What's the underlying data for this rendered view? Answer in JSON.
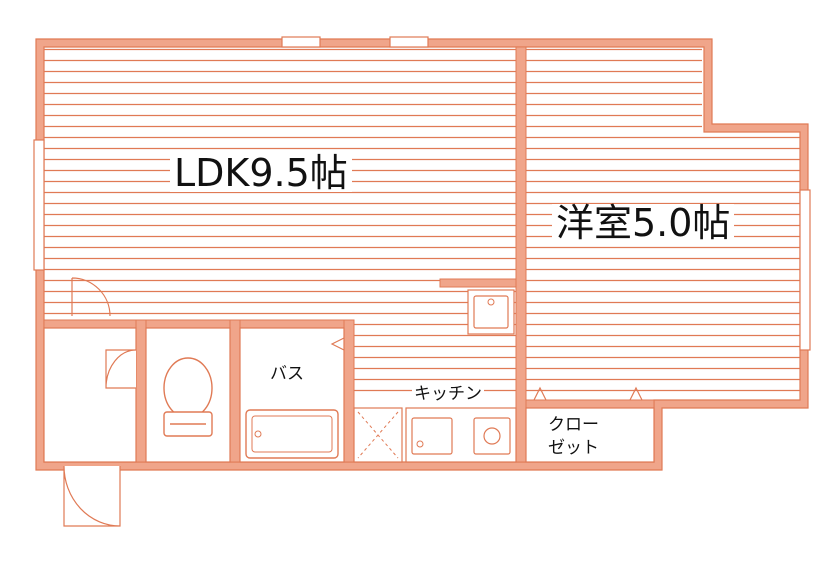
{
  "floorplan": {
    "ldk": {
      "label": "LDK9.5帖"
    },
    "western_room": {
      "label": "洋室5.0帖"
    },
    "bath": {
      "label": "バス"
    },
    "kitchen": {
      "label": "キッチン"
    },
    "closet": {
      "line1": "クロー",
      "line2": "ゼット"
    }
  },
  "colors": {
    "wall": "#f0a58a",
    "line": "#e07a55",
    "background": "#ffffff",
    "text": "#111111"
  }
}
